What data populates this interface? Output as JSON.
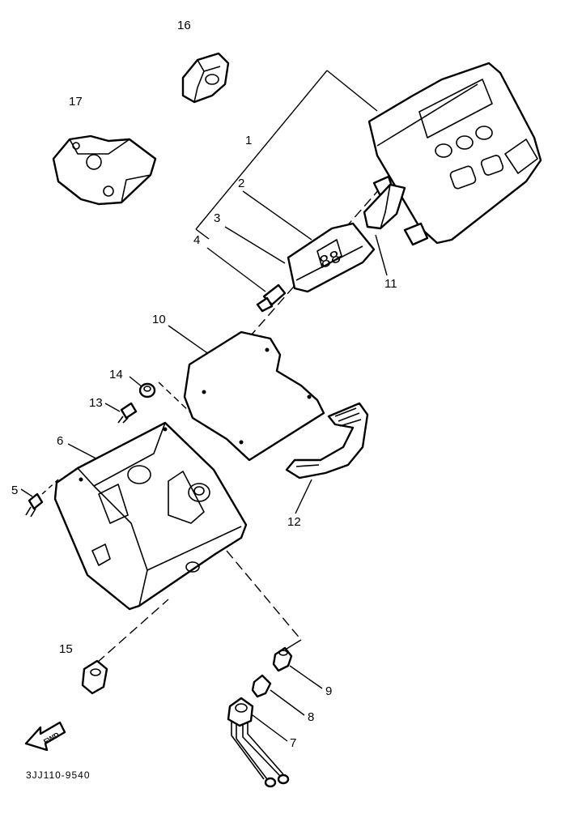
{
  "callouts": [
    "16",
    "17",
    "1",
    "2",
    "3",
    "4",
    "11",
    "10",
    "14",
    "13",
    "6",
    "5",
    "12",
    "15",
    "9",
    "8",
    "7"
  ],
  "fwd_label": "FWD",
  "diagram_code": "3JJ110-9540"
}
